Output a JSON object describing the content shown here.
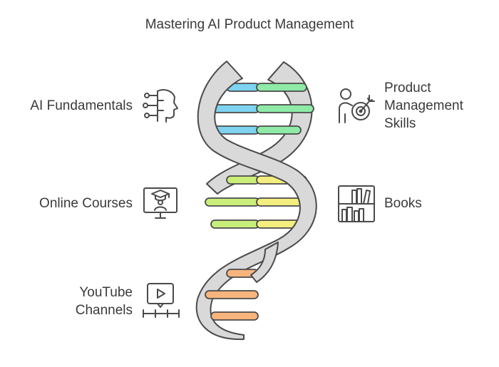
{
  "title": "Mastering AI Product Management",
  "left_items": [
    {
      "label": "AI Fundamentals",
      "icon": "ai-head-icon"
    },
    {
      "label": "Online Courses",
      "icon": "online-course-icon"
    },
    {
      "label": "YouTube Channels",
      "icon": "video-timeline-icon"
    }
  ],
  "right_items": [
    {
      "label": "Product Management Skills",
      "icon": "person-target-icon"
    },
    {
      "label": "Books",
      "icon": "bookshelf-icon"
    }
  ],
  "colors": {
    "strand_fill": "#d9d9d9",
    "strand_stroke": "#4a4a4a",
    "blue": "#7dd3f0",
    "green": "#8eeaa6",
    "lime": "#c9ee7a",
    "yellow": "#f4ee7e",
    "orange": "#f7b57d",
    "icon_stroke": "#4a4a4a"
  }
}
